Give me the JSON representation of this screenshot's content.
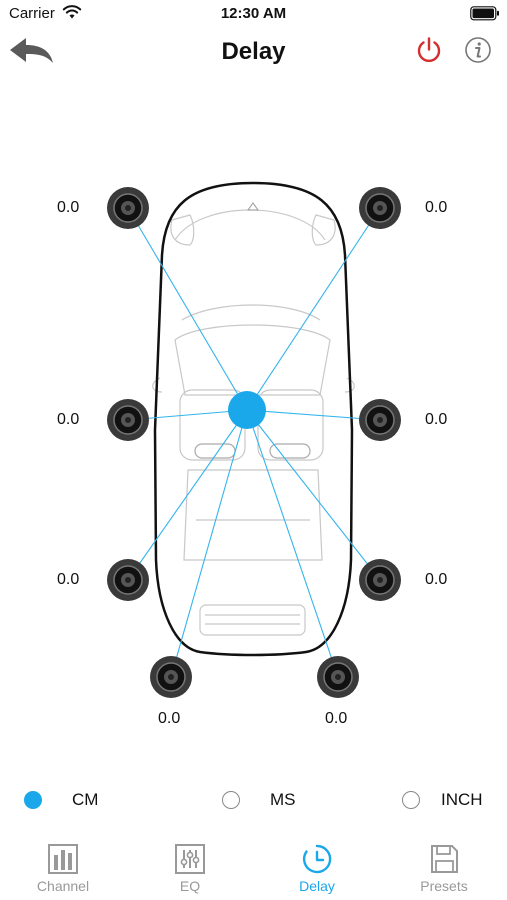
{
  "status": {
    "carrier": "Carrier",
    "time": "12:30 AM"
  },
  "header": {
    "title": "Delay"
  },
  "speakers": {
    "front_left": "0.0",
    "front_right": "0.0",
    "mid_left": "0.0",
    "mid_right": "0.0",
    "rear_left": "0.0",
    "rear_right": "0.0",
    "back_left": "0.0",
    "back_right": "0.0"
  },
  "units": {
    "selected": "CM",
    "options": [
      "CM",
      "MS",
      "INCH"
    ]
  },
  "tabs": [
    {
      "label": "Channel",
      "icon": "channel-icon"
    },
    {
      "label": "EQ",
      "icon": "eq-icon"
    },
    {
      "label": "Delay",
      "icon": "clock-icon"
    },
    {
      "label": "Presets",
      "icon": "save-icon"
    }
  ],
  "colors": {
    "accent": "#1aa8ea",
    "power": "#d32f2f",
    "inactive": "#999999"
  }
}
